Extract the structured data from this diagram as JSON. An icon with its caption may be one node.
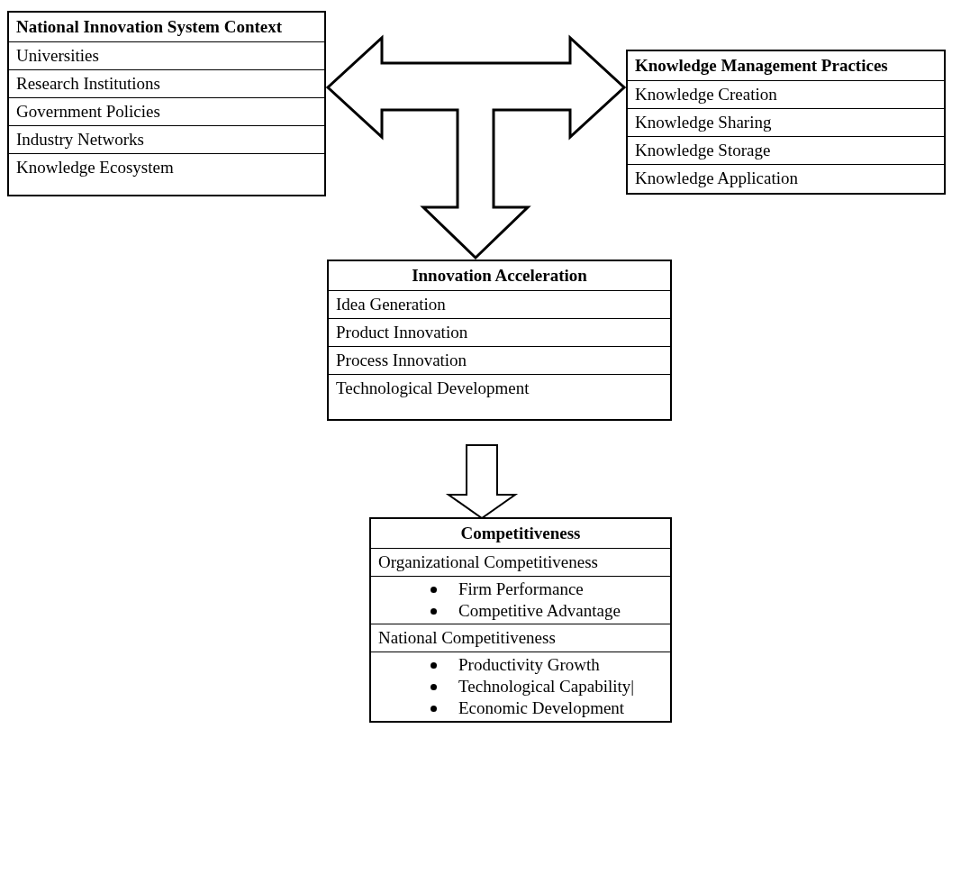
{
  "diagram": {
    "nodes": [
      {
        "text": [
          "National Innovation System Context",
          "Universities",
          "Research Institutions",
          "Government Policies",
          "Industry Networks",
          "Knowledge Ecosystem"
        ]
      },
      {
        "text": [
          "Knowledge Management Practices",
          "Knowledge Creation",
          "Knowledge Sharing",
          "Knowledge Storage",
          "Knowledge Application"
        ]
      },
      {
        "text": [
          "Innovation Acceleration",
          "Idea Generation",
          "Product Innovation",
          "Process Innovation",
          "Technological Development"
        ]
      },
      {
        "text": [
          "Competitiveness",
          "Organizational Competitiveness",
          "Firm Performance",
          "Competitive Advantage",
          "National Competitiveness",
          "Productivity Growth",
          "Technological Capability|",
          "Economic Development"
        ]
      }
    ],
    "edges": [
      {
        "from": 0,
        "to": 1,
        "arrow": "both"
      },
      {
        "from": 0,
        "to": 2,
        "arrow": "both"
      },
      {
        "from": 1,
        "to": 2,
        "arrow": "both"
      },
      {
        "from": 2,
        "to": 3,
        "arrow": "to"
      }
    ]
  }
}
